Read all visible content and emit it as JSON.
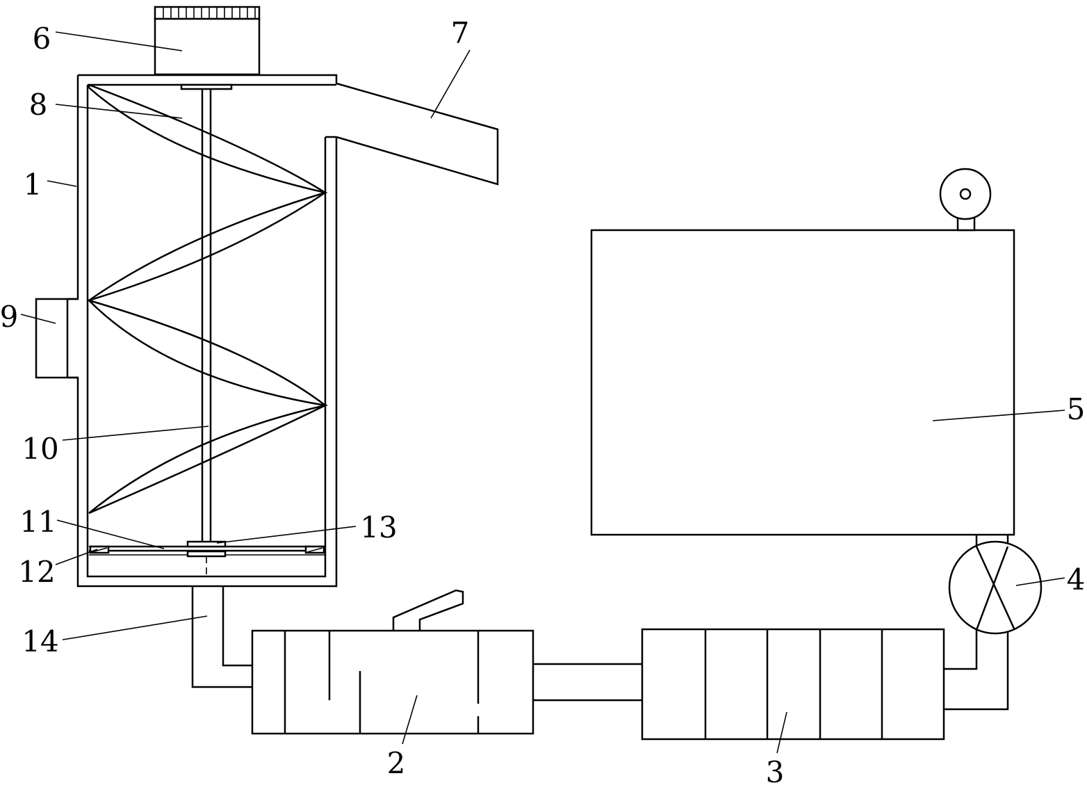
{
  "labels": {
    "l1": "1",
    "l2": "2",
    "l3": "3",
    "l4": "4",
    "l5": "5",
    "l6": "6",
    "l7": "7",
    "l8": "8",
    "l9": "9",
    "l10": "10",
    "l11": "11",
    "l12": "12",
    "l13": "13",
    "l14": "14"
  },
  "colors": {
    "line": "#000000",
    "background": "#ffffff"
  }
}
